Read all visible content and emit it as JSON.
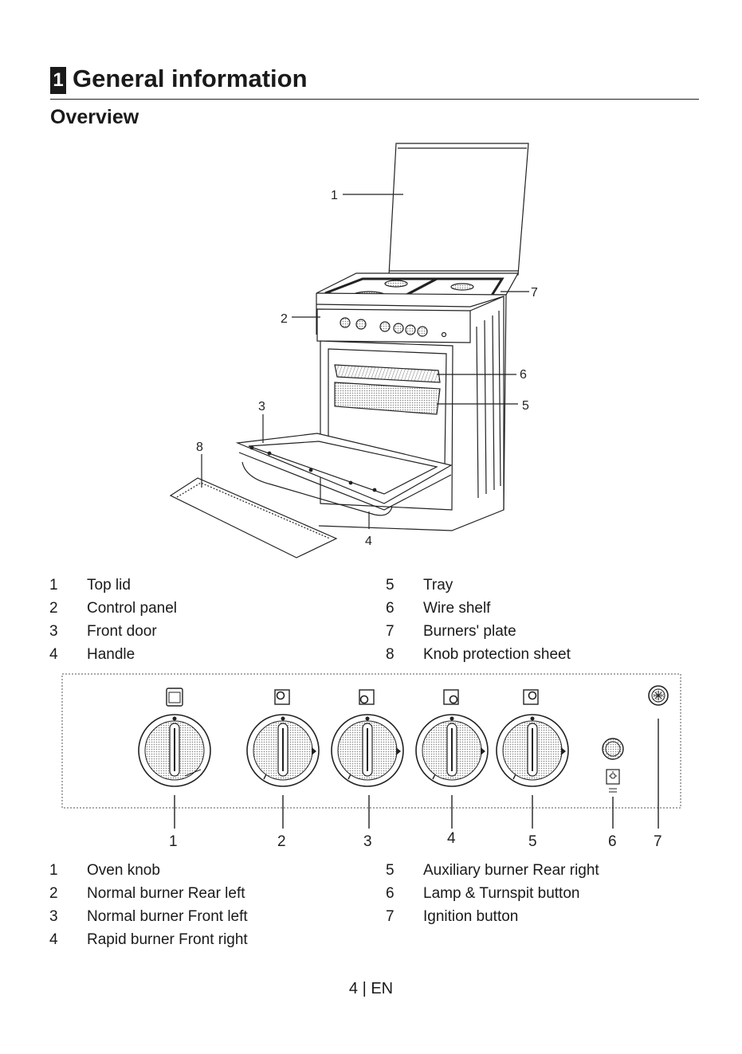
{
  "section": {
    "number": "1",
    "title": "General information"
  },
  "subsection": {
    "title": "Overview"
  },
  "figure1": {
    "callouts": [
      "1",
      "2",
      "3",
      "4",
      "5",
      "6",
      "7",
      "8"
    ],
    "legend": [
      {
        "num": "1",
        "label": "Top lid"
      },
      {
        "num": "2",
        "label": "Control panel"
      },
      {
        "num": "3",
        "label": "Front door"
      },
      {
        "num": "4",
        "label": "Handle"
      },
      {
        "num": "5",
        "label": "Tray"
      },
      {
        "num": "6",
        "label": "Wire shelf"
      },
      {
        "num": "7",
        "label": "Burners' plate"
      },
      {
        "num": "8",
        "label": "Knob protection sheet"
      }
    ]
  },
  "figure2": {
    "callouts": [
      "1",
      "2",
      "3",
      "4",
      "5",
      "6",
      "7"
    ],
    "legend": [
      {
        "num": "1",
        "label": "Oven knob"
      },
      {
        "num": "2",
        "label": "Normal burner Rear left"
      },
      {
        "num": "3",
        "label": "Normal burner Front left"
      },
      {
        "num": "4",
        "label": "Rapid burner Front right"
      },
      {
        "num": "5",
        "label": "Auxiliary burner Rear right"
      },
      {
        "num": "6",
        "label": "Lamp & Turnspit button"
      },
      {
        "num": "7",
        "label": "Ignition button"
      }
    ]
  },
  "footer": {
    "page": "4 | EN"
  }
}
